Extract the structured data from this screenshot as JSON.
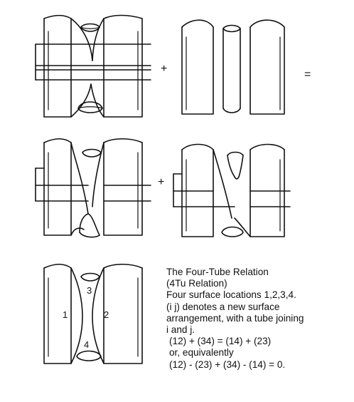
{
  "operators": {
    "plus1": "+",
    "equals": "=",
    "plus2": "+"
  },
  "labels": {
    "one": "1",
    "two": "2",
    "three": "3",
    "four": "4"
  },
  "caption": {
    "line1": "The Four-Tube Relation",
    "line2": "(4Tu Relation)",
    "line3": "Four surface locations 1,2,3,4.",
    "line4": "(i j) denotes a new surface",
    "line5": "arrangement, with a tube joining",
    "line6": "i and j.",
    "line7": "(12) + (34) = (14) + (23)",
    "line8": "or, equivalently",
    "line9": "(12) - (23) + (34) - (14) = 0."
  }
}
